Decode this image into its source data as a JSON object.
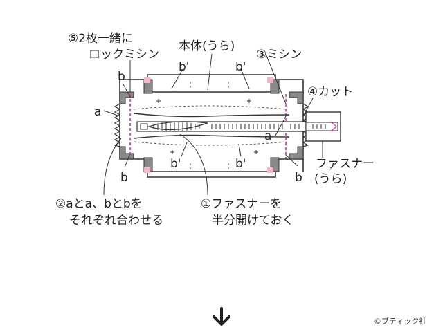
{
  "labels": {
    "step5_line1": "⑤2枚一緒に",
    "step5_line2": "ロックミシン",
    "body_back": "本体(うら)",
    "step3": "③ミシン",
    "step4": "④カット",
    "b_top_left": "b",
    "b_prime_top_left": "b'",
    "b_prime_top_right": "b'",
    "a_left": "a",
    "b_prime_bottom_left": "b'",
    "b_prime_bottom_right": "b'",
    "a_right": "a",
    "b_bottom_right": "b",
    "b_bottom_left": "b",
    "zipper_back_line1": "ファスナー",
    "zipper_back_line2": "(うら)",
    "step2_line1": "②aとa、bとbを",
    "step2_line2": "それぞれ合わせる",
    "step1_line1": "①ファスナーを",
    "step1_line2": "半分開けておく"
  },
  "arrow": {
    "glyph": "down-arrow-icon"
  },
  "copyright": "©ブティック社",
  "colors": {
    "seam_line": "#e0338a",
    "outline": "#333333",
    "overlock_edge": "#888888",
    "corner_tab": "#f2b8cf"
  }
}
